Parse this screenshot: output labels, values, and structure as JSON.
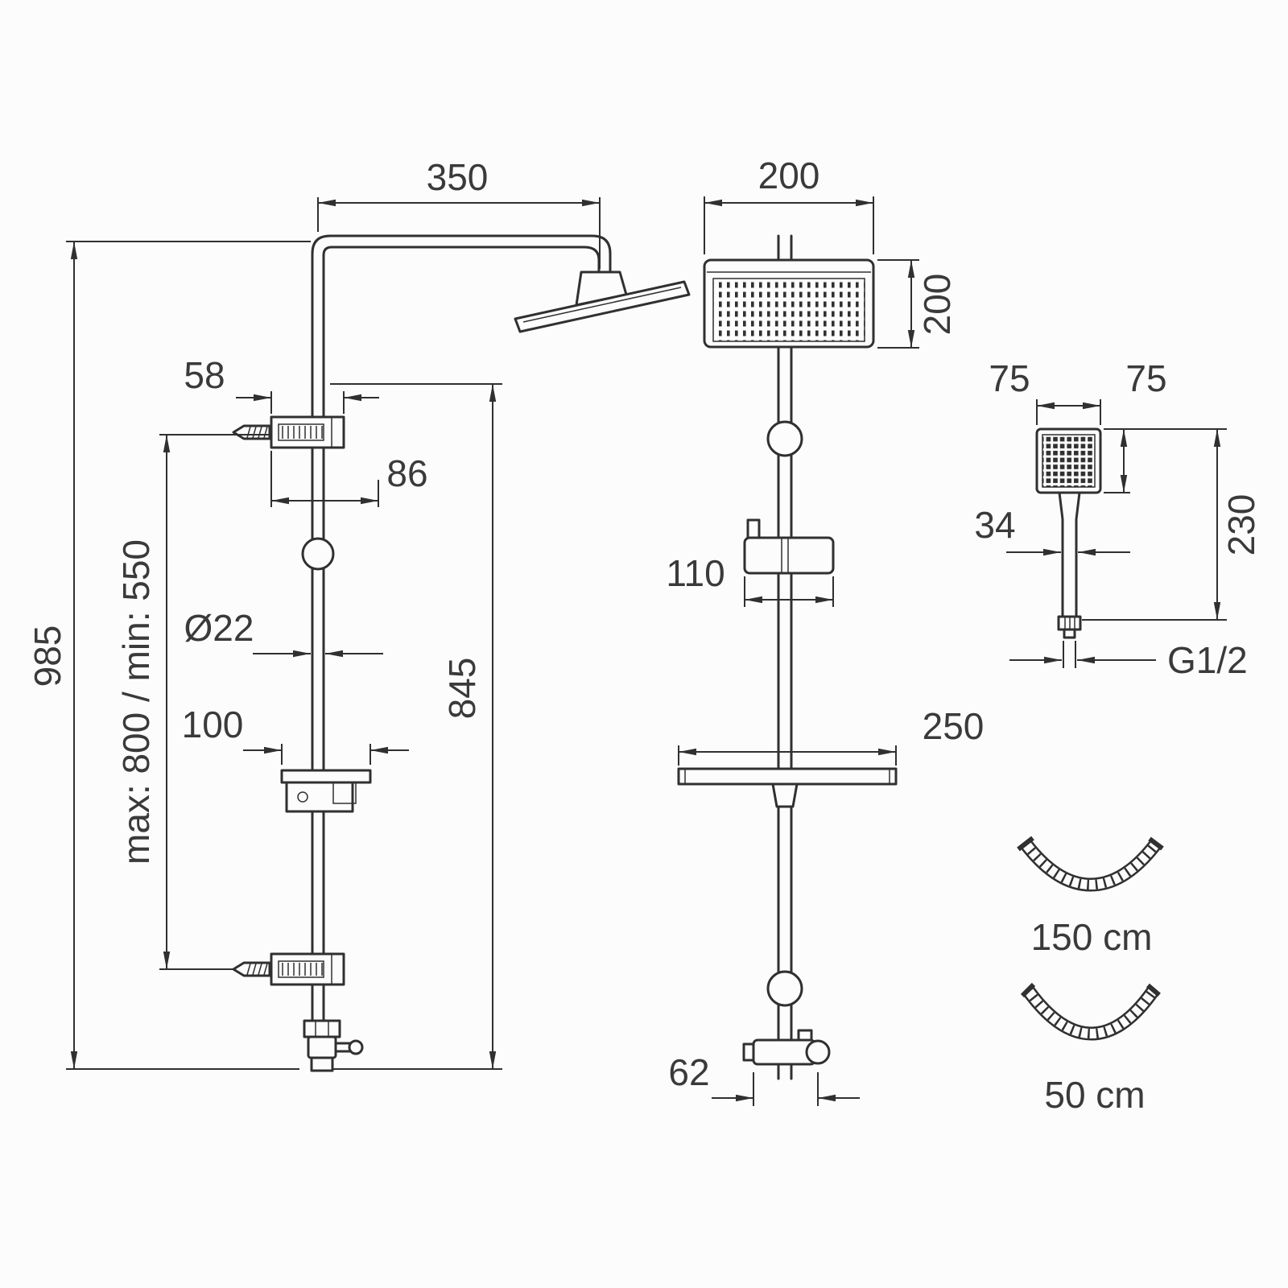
{
  "page": {
    "background": "#fcfcfc",
    "line_color": "#303030",
    "text_color": "#3a3a3a"
  },
  "drawing": {
    "side_view": {
      "arm_reach": "350",
      "total_height": "985",
      "bracket_width": "58",
      "bracket_depth": "86",
      "mount_range": "max: 800 / min: 550",
      "pipe_diameter": "Ø22",
      "shelf_depth": "100",
      "rail_height": "845"
    },
    "front_view": {
      "head_width": "200",
      "head_height": "200",
      "slider_width": "110",
      "shelf_width": "250",
      "inlet_width": "62"
    },
    "hand_shower": {
      "head_width": "75",
      "head_depth": "75",
      "handle_width": "34",
      "length": "230",
      "connection_thread": "G1/2"
    },
    "hoses": {
      "long_hose": "150 cm",
      "short_hose": "50 cm"
    }
  }
}
